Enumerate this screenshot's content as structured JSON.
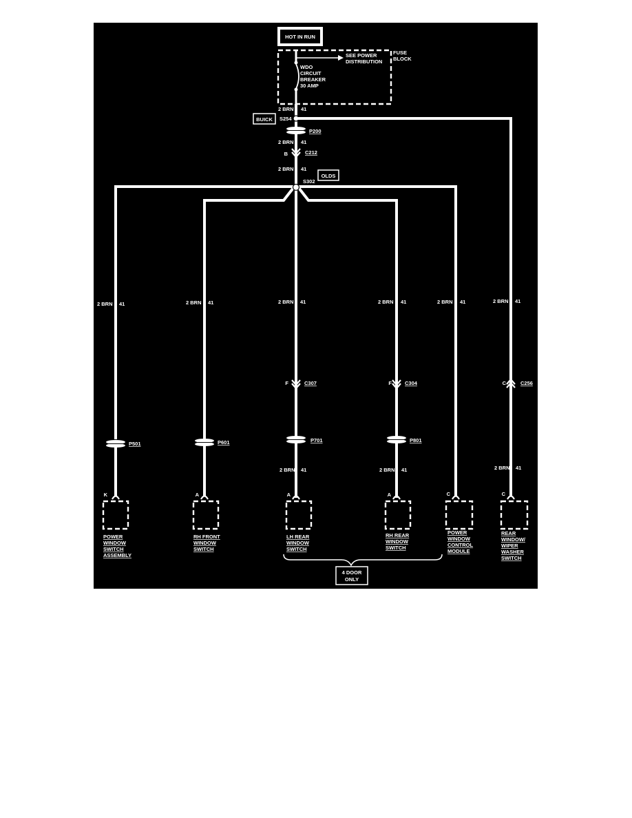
{
  "header": {
    "hot_in_run": "HOT IN RUN"
  },
  "fuse_block": {
    "label_line1": "FUSE",
    "label_line2": "BLOCK",
    "see_line1": "SEE POWER",
    "see_line2": "DISTRIBUTION",
    "breaker_lines": [
      "WDO",
      "CIRCUIT",
      "BREAKER",
      "30 AMP"
    ]
  },
  "wire_label": {
    "gauge_color": "2 BRN",
    "circuit": "41"
  },
  "splices": {
    "s254": "S254",
    "s302": "S302"
  },
  "tags": {
    "buick": "BUICK",
    "olds": "OLDS",
    "four_door_line1": "4 DOOR",
    "four_door_line2": "ONLY"
  },
  "connectors": {
    "p200": "P200",
    "c212": "C212",
    "c212_pin": "B",
    "c307": "C307",
    "c307_pin": "F",
    "c304": "C304",
    "c304_pin": "F",
    "c256": "C256",
    "c256_pin": "C",
    "p501": "P501",
    "p601": "P601",
    "p701": "P701",
    "p801": "P801"
  },
  "components": [
    {
      "pin": "K",
      "lines": [
        "POWER",
        "WINDOW",
        "SWITCH",
        "ASSEMBLY"
      ]
    },
    {
      "pin": "A",
      "lines": [
        "RH FRONT",
        "WINDOW",
        "SWITCH"
      ]
    },
    {
      "pin": "A",
      "lines": [
        "LH REAR",
        "WINDOW",
        "SWITCH"
      ]
    },
    {
      "pin": "A",
      "lines": [
        "RH REAR",
        "WINDOW",
        "SWITCH"
      ]
    },
    {
      "pin": "C",
      "lines": [
        "POWER",
        "WINDOW",
        "CONTROL",
        "MODULE"
      ]
    },
    {
      "pin": "C",
      "lines": [
        "REAR",
        "WINDOW/",
        "WIPER",
        "WASHER",
        "SWITCH"
      ]
    }
  ]
}
